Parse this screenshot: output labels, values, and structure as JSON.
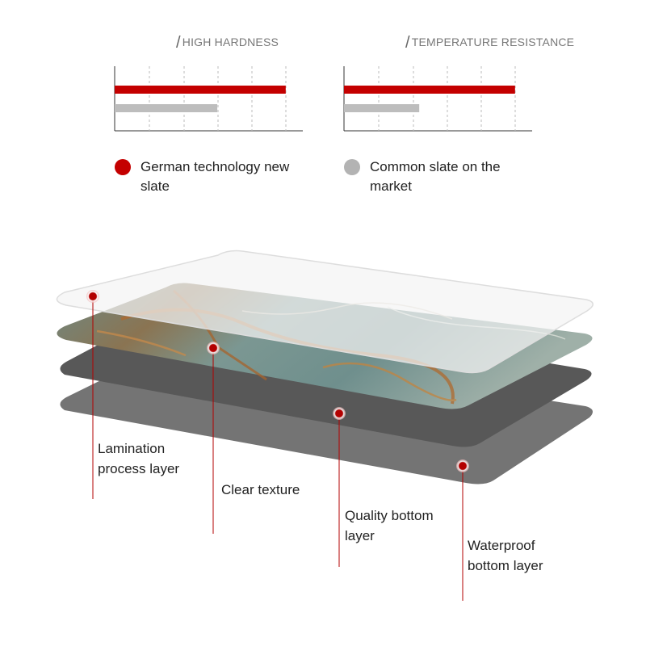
{
  "charts": [
    {
      "title": "HIGH HARDNESS",
      "chart_data": {
        "type": "bar",
        "orientation": "horizontal",
        "series": [
          {
            "name": "German technology new slate",
            "value": 5.0,
            "color": "#c40000"
          },
          {
            "name": "Common slate on the market",
            "value": 3.0,
            "color": "#bdbdbd"
          }
        ],
        "xlim": [
          0,
          5.5
        ],
        "grid": "vertical dashed"
      }
    },
    {
      "title": "TEMPERATURE RESISTANCE",
      "chart_data": {
        "type": "bar",
        "orientation": "horizontal",
        "series": [
          {
            "name": "German technology new slate",
            "value": 5.0,
            "color": "#c40000"
          },
          {
            "name": "Common slate on the market",
            "value": 2.2,
            "color": "#bdbdbd"
          }
        ],
        "xlim": [
          0,
          5.5
        ],
        "grid": "vertical dashed"
      }
    }
  ],
  "legend": [
    {
      "label": "German technology new slate",
      "color": "#c40000"
    },
    {
      "label": "Common slate on the market",
      "color": "#b3b3b3"
    }
  ],
  "layers": [
    {
      "name": "lamination",
      "label": "Lamination process layer"
    },
    {
      "name": "texture",
      "label": "Clear texture"
    },
    {
      "name": "quality-bottom",
      "label": "Quality bottom layer"
    },
    {
      "name": "waterproof-bottom",
      "label": "Waterproof bottom layer"
    }
  ],
  "colors": {
    "accent": "#c40000",
    "marker": "#b30000",
    "dark_layer": "#5a5a5a",
    "mid_layer": "#707070"
  }
}
